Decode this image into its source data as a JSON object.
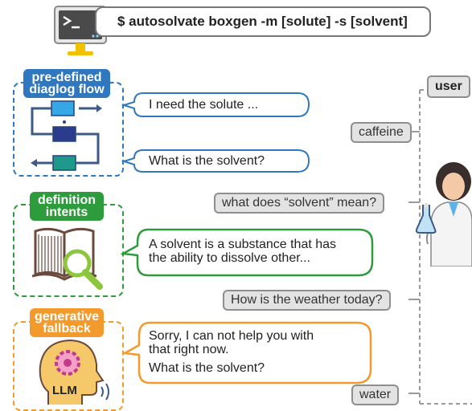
{
  "command": "$ autosolvate boxgen -m [solute] -s [solvent]",
  "sections": [
    {
      "title": "pre-defined diaglog flow",
      "title_lines": [
        "pre-defined",
        "diaglog flow"
      ],
      "color": "#2f78c0",
      "icon": "flowchart-icon",
      "bubbles": [
        [
          "I need the solute ..."
        ],
        [
          "What is the solvent?"
        ]
      ]
    },
    {
      "title": "definition intents",
      "title_lines": [
        "definition",
        "intents"
      ],
      "color": "#2e9b3c",
      "icon": "book-magnifier-icon",
      "bubbles": [
        [
          "A solvent is a substance that has",
          "the ability to dissolve other..."
        ]
      ]
    },
    {
      "title": "generative fallback",
      "title_lines": [
        "generative",
        "fallback"
      ],
      "color": "#f39a2c",
      "icon": "llm-head-icon",
      "icon_label": "LLM",
      "bubbles": [
        [
          "Sorry, I can not help you with",
          "that right now.",
          "What is the solvent?"
        ]
      ]
    }
  ],
  "user": {
    "label": "user",
    "icon": "scientist-icon",
    "messages": [
      "caffeine",
      "what does “solvent” mean?",
      "How is the weather today?",
      "water"
    ]
  },
  "colors": {
    "gray_border": "#8e8e8e",
    "gray_fill": "#e3e3e3"
  }
}
